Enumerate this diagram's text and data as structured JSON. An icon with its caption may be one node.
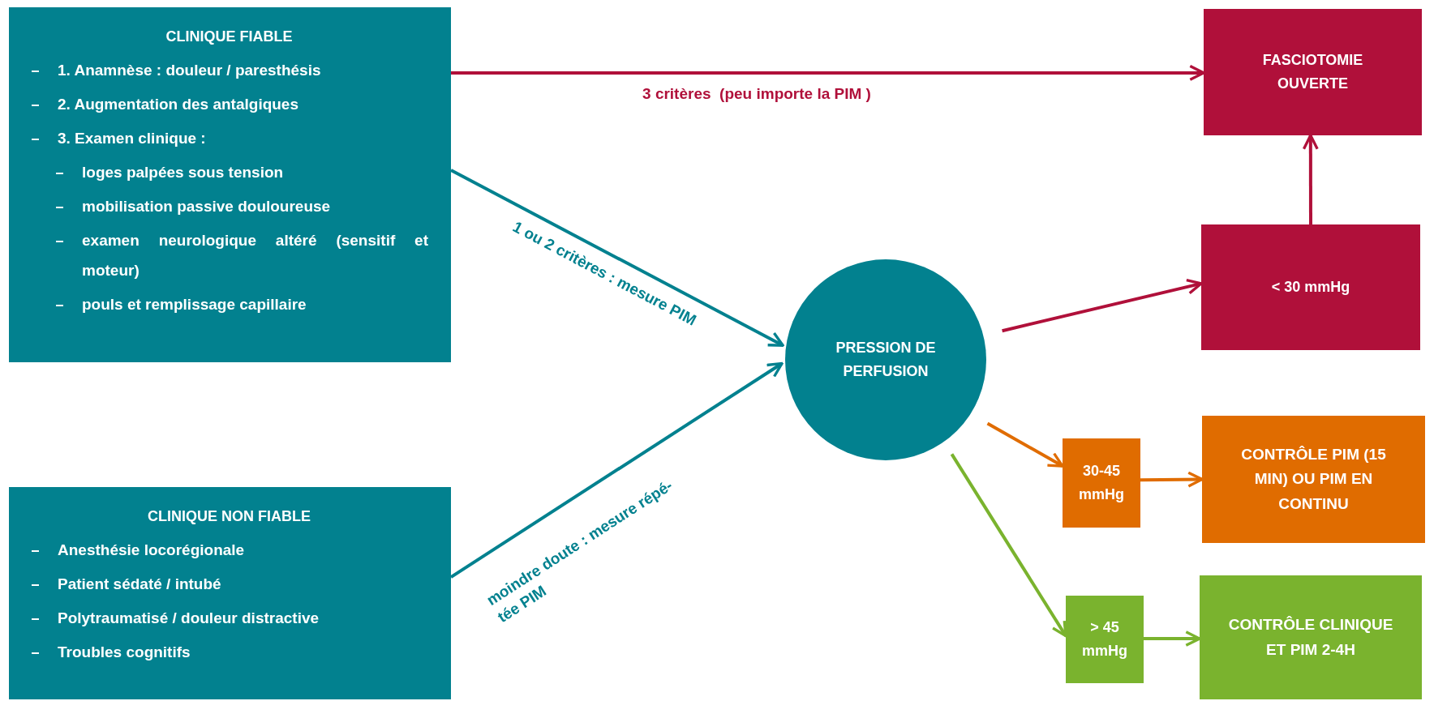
{
  "diagram": {
    "nodes": [
      {
        "text": [
          "CLINIQUE FIABLE",
          "1. Anamnèse : douleur / paresthésis",
          "2. Augmentation des antalgiques",
          "3. Examen clinique :",
          "loges palpées sous tension",
          "mobilisation passive douloureuse",
          "examen neurologique altéré (sensitif et moteur)",
          "pouls et remplissage capillaire"
        ]
      },
      {
        "text": [
          "CLINIQUE NON FIABLE",
          "Anesthésie locorégionale",
          "Patient sédaté / intubé",
          "Polytraumatisé / douleur distractive",
          "Troubles cognitifs"
        ]
      },
      {
        "text": [
          "PRESSION DE PERFUSION"
        ]
      },
      {
        "text": [
          "FASCIOTOMIE OUVERTE"
        ]
      },
      {
        "text": [
          "< 30 mmHg"
        ]
      },
      {
        "text": [
          "30-45 mmHg"
        ]
      },
      {
        "text": [
          "CONTRÔLE PIM (15 MIN) OU PIM EN CONTINU"
        ]
      },
      {
        "text": [
          "> 45 mmHg"
        ]
      },
      {
        "text": [
          "CONTRÔLE CLINIQUE ET PIM 2-4H"
        ]
      }
    ],
    "edges": [
      {
        "from": 0,
        "to": 3,
        "arrow": "to",
        "label": "3 critères  (peu importe la PIM )",
        "color": "#b0103a"
      },
      {
        "from": 0,
        "to": 2,
        "arrow": "to",
        "label": "1 ou 2 critères : mesure PIM",
        "color": "#02818f"
      },
      {
        "from": 1,
        "to": 2,
        "arrow": "to",
        "label": "moindre doute : mesure répé- tée PIM",
        "color": "#02818f"
      },
      {
        "from": 2,
        "to": 4,
        "arrow": "to",
        "color": "#b0103a"
      },
      {
        "from": 2,
        "to": 5,
        "arrow": "to",
        "color": "#e06c00"
      },
      {
        "from": 2,
        "to": 7,
        "arrow": "to",
        "color": "#7ab32e"
      },
      {
        "from": 4,
        "to": 3,
        "arrow": "to",
        "color": "#b0103a"
      },
      {
        "from": 5,
        "to": 6,
        "arrow": "to",
        "color": "#e06c00"
      },
      {
        "from": 7,
        "to": 8,
        "arrow": "to",
        "color": "#7ab32e"
      }
    ]
  }
}
